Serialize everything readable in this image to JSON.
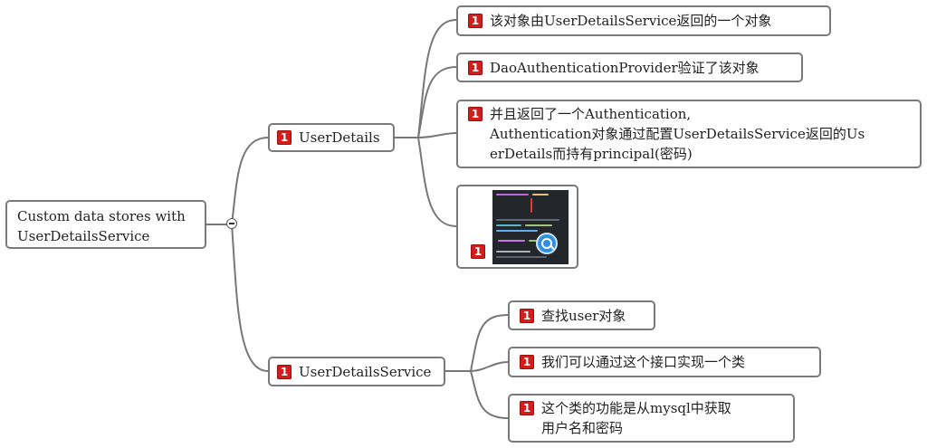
{
  "colors": {
    "badge": "#d21d1d",
    "border": "#7a7a7a",
    "link": "#777777"
  },
  "root": {
    "label": "Custom data stores with\nUserDetailsService"
  },
  "branches": [
    {
      "label": "UserDetails",
      "badge": "1",
      "children": [
        {
          "badge": "1",
          "label": "该对象由UserDetailsService返回的一个对象"
        },
        {
          "badge": "1",
          "label": "DaoAuthenticationProvider验证了该对象"
        },
        {
          "badge": "1",
          "label": "并且返回了一个Authentication,\nAuthentication对象通过配置UserDetailsService返回的Us\nerDetails而持有principal(密码)"
        },
        {
          "badge": "1",
          "image": "code-screenshot-thumbnail",
          "zoom_icon": "magnifier-icon"
        }
      ]
    },
    {
      "label": "UserDetailsService",
      "badge": "1",
      "children": [
        {
          "badge": "1",
          "label": "查找user对象"
        },
        {
          "badge": "1",
          "label": "我们可以通过这个接口实现一个类"
        },
        {
          "badge": "1",
          "label": "这个类的功能是从mysql中获取\n用户名和密码"
        }
      ]
    }
  ]
}
